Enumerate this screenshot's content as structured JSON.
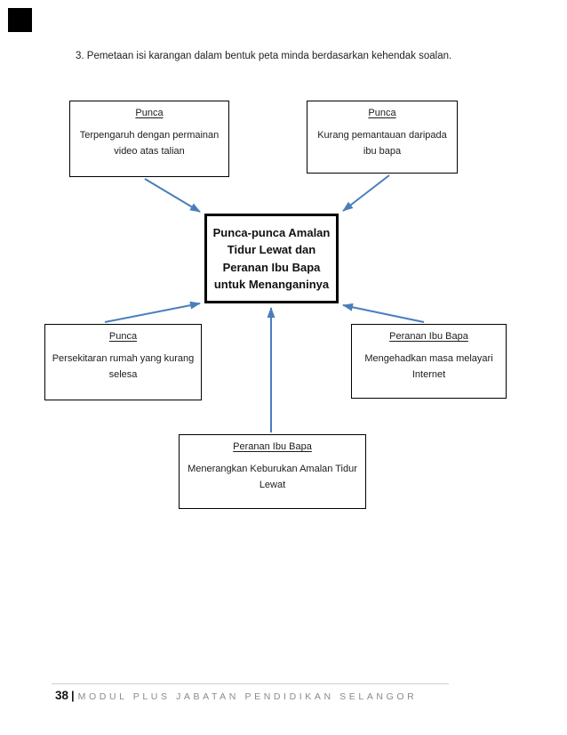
{
  "page": {
    "heading": "3. Pemetaan isi karangan dalam bentuk peta minda berdasarkan kehendak soalan.",
    "footer": {
      "page_number": "38",
      "divider": "|",
      "text": "MODUL PLUS JABATAN PENDIDIKAN SELANGOR"
    }
  },
  "diagram": {
    "arrow_color": "#4a7ebb",
    "center_box": {
      "text": "Punca-punca Amalan\nTidur Lewat dan\nPeranan Ibu Bapa\nuntuk Menanganinya"
    },
    "nodes": [
      {
        "heading": "Punca",
        "body": "Terpengaruh dengan permainan\nvideo atas talian"
      },
      {
        "heading": "Punca",
        "body": "Kurang pemantauan daripada\nibu bapa"
      },
      {
        "heading": "Punca",
        "body": "Persekitaran rumah yang kurang\nselesa"
      },
      {
        "heading": "Peranan Ibu Bapa",
        "body": "Mengehadkan masa melayari\nInternet"
      },
      {
        "heading": "Peranan Ibu Bapa",
        "body": "Menerangkan Keburukan Amalan Tidur\nLewat"
      }
    ]
  }
}
